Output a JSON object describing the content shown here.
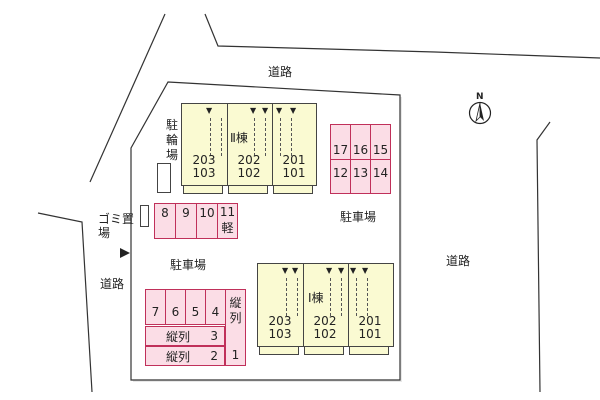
{
  "roads": {
    "north": "道路",
    "east": "道路",
    "west": "道路"
  },
  "compass": {
    "letter": "N",
    "icon": "north-arrow-icon"
  },
  "facilities": {
    "bicycle": "駐輪場",
    "garbage": "ゴミ置場",
    "parking_east": "駐車場",
    "parking_west": "駐車場"
  },
  "building_2": {
    "name": "Ⅱ棟",
    "units": [
      {
        "upper": "203",
        "lower": "103"
      },
      {
        "upper": "202",
        "lower": "102"
      },
      {
        "upper": "201",
        "lower": "101"
      }
    ]
  },
  "building_1": {
    "name": "Ⅰ棟",
    "units": [
      {
        "upper": "203",
        "lower": "103"
      },
      {
        "upper": "202",
        "lower": "102"
      },
      {
        "upper": "201",
        "lower": "101"
      }
    ]
  },
  "parking": {
    "ne_top": [
      "17",
      "16",
      "15"
    ],
    "ne_bottom": [
      "12",
      "13",
      "14"
    ],
    "mid": [
      "8",
      "9",
      "10",
      "11",
      "軽"
    ],
    "sw_row": [
      "7",
      "6",
      "5",
      "4"
    ],
    "tandem_3": {
      "label": "縦列",
      "num": "3"
    },
    "tandem_2": {
      "label": "縦列",
      "num": "2"
    },
    "tandem_1": {
      "label": "縦列",
      "num": "1"
    }
  },
  "colors": {
    "building_fill": "#fafad2",
    "parking_fill": "#fbdde6",
    "parking_border": "#c0305a",
    "lot_fill": "#ffffff"
  }
}
